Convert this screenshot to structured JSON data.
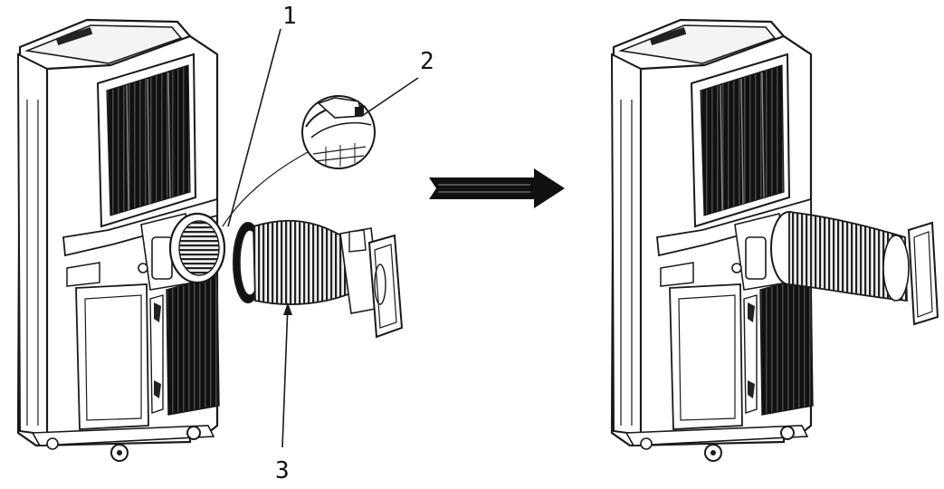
{
  "callouts": [
    {
      "id": "1",
      "label": "1"
    },
    {
      "id": "2",
      "label": "2"
    },
    {
      "id": "3",
      "label": "3"
    }
  ],
  "colors": {
    "line": "#1a1a1a",
    "grille": "#141414",
    "body_fill": "#ffffff",
    "panel_fill": "#f4f4f4"
  }
}
